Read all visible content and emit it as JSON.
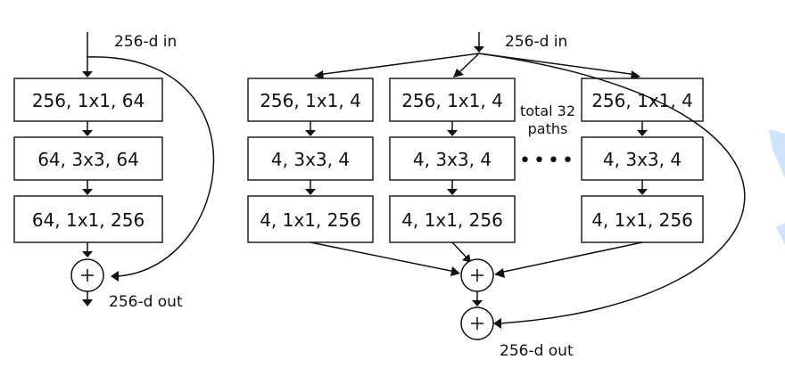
{
  "left_block": {
    "input_label": "256-d in",
    "layers": [
      "256, 1x1, 64",
      "64, 3x3, 64",
      "64, 1x1, 256"
    ],
    "output_label": "256-d out"
  },
  "right_block": {
    "input_label": "256-d in",
    "paths": [
      [
        "256, 1x1, 4",
        "4, 3x3, 4",
        "4, 1x1, 256"
      ],
      [
        "256, 1x1, 4",
        "4, 3x3, 4",
        "4, 1x1, 256"
      ],
      [
        "256, 1x1, 4",
        "4, 3x3, 4",
        "4, 1x1, 256"
      ]
    ],
    "paths_note": "total 32\npaths",
    "paths_note_line1": "total 32",
    "paths_note_line2": "paths",
    "ellipsis": "••••",
    "output_label": "256-d out"
  },
  "sum_symbol": "+",
  "colors": {
    "stroke": "#111111",
    "box_fill": "#ffffff",
    "edge_accent": "#cfe3fb"
  }
}
